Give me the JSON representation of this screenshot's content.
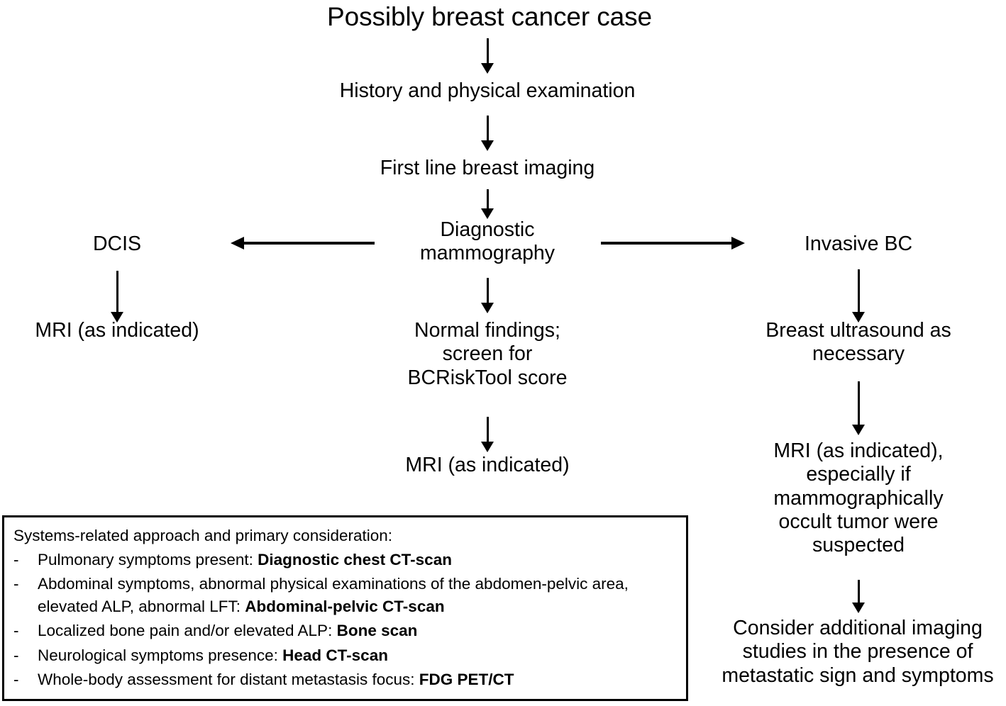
{
  "diagram": {
    "title": "Possibly breast cancer case",
    "center_column": {
      "history": "History and physical examination",
      "first_line_imaging": "First line breast imaging",
      "diagnostic_mammography": "Diagnostic\nmammography",
      "normal_findings": "Normal findings;\nscreen for\nBCRiskTool score",
      "mri_indicated": "MRI (as indicated)"
    },
    "left_branch": {
      "dcis": "DCIS",
      "mri_indicated": "MRI (as indicated)"
    },
    "right_branch": {
      "invasive_bc": "Invasive BC",
      "breast_ultrasound": "Breast ultrasound as\nnecessary",
      "mri_occult": "MRI (as indicated),\nespecially if\nmammographically\noccult tumor were\nsuspected",
      "consider_additional": "Consider additional imaging\nstudies in the presence of\nmetastatic sign and symptoms"
    },
    "systems_box": {
      "heading": "Systems-related approach and primary consideration:",
      "bullet_mark": "-",
      "items": [
        {
          "text": "Pulmonary symptoms present: ",
          "bold": "Diagnostic chest CT-scan"
        },
        {
          "text": "Abdominal symptoms, abnormal physical examinations of the abdomen-pelvic area, elevated ALP, abnormal LFT: ",
          "bold": "Abdominal-pelvic CT-scan"
        },
        {
          "text": "Localized bone pain and/or elevated ALP: ",
          "bold": "Bone scan"
        },
        {
          "text": "Neurological symptoms presence: ",
          "bold": "Head CT-scan"
        },
        {
          "text": "Whole-body assessment for distant metastasis focus: ",
          "bold": "FDG PET/CT"
        }
      ]
    },
    "colors": {
      "ink": "#000000",
      "background": "#ffffff"
    }
  }
}
